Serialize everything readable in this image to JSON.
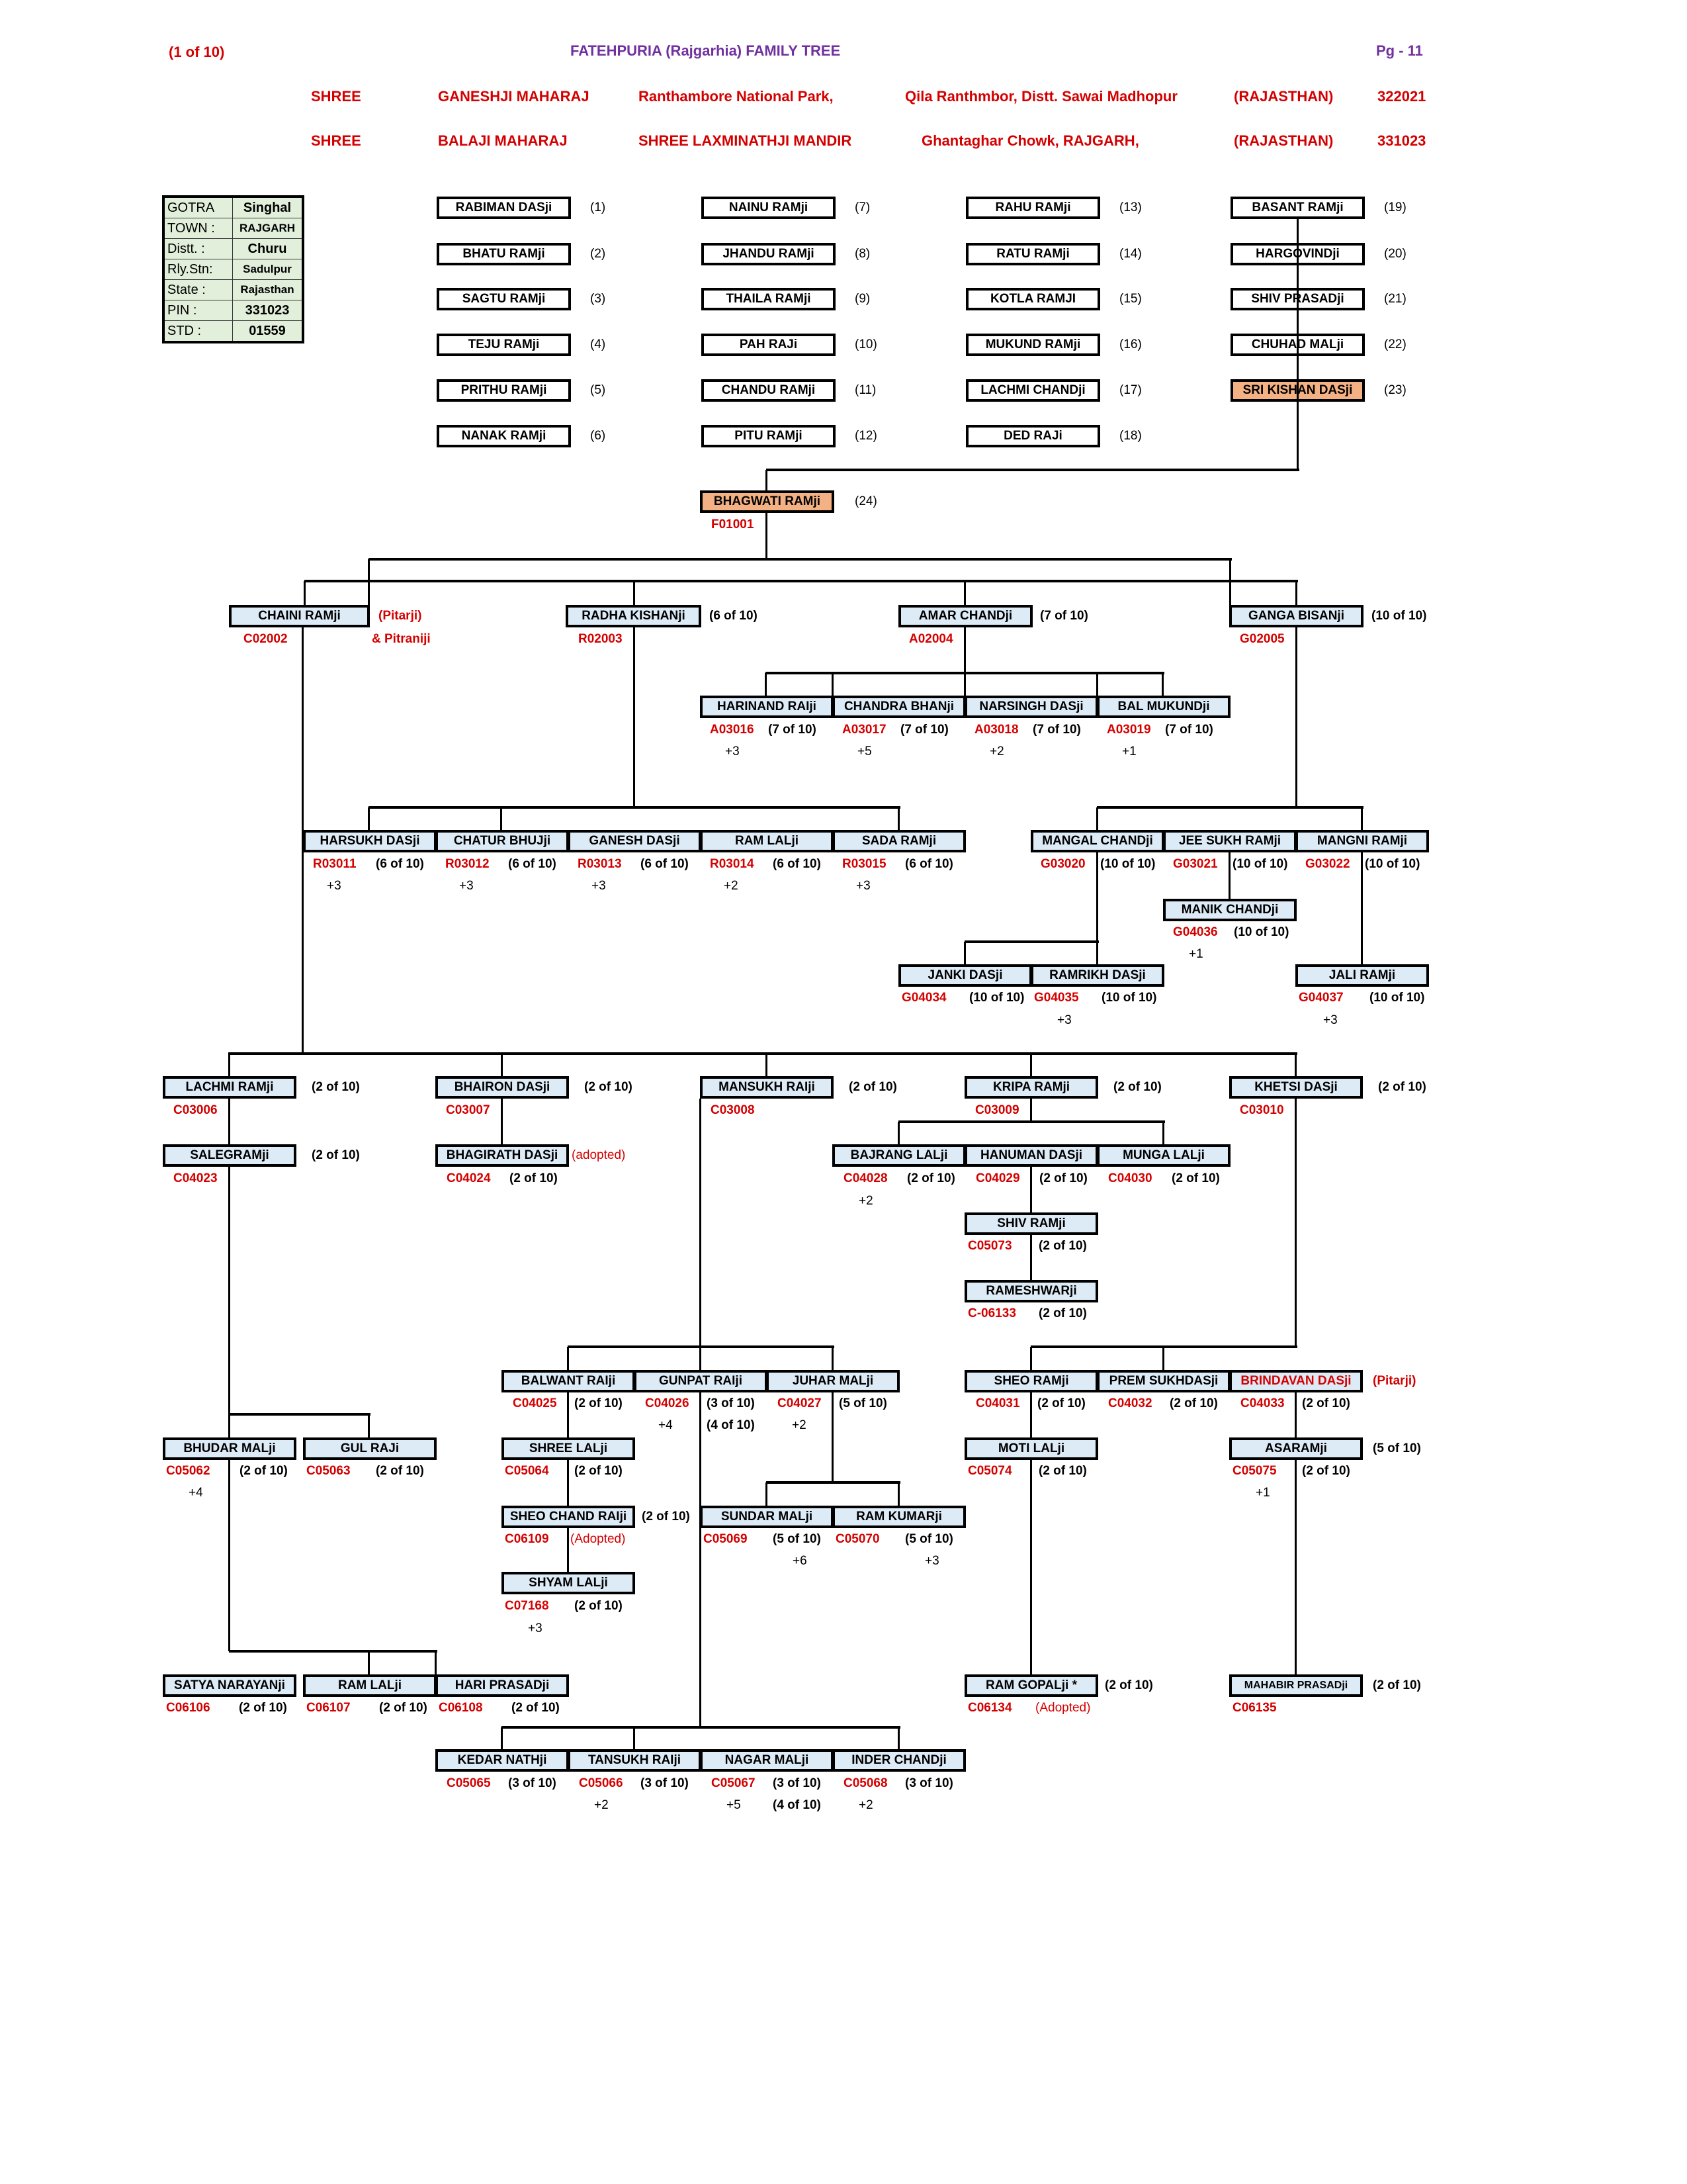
{
  "header": {
    "page_of": "(1 of 10)",
    "title": "FATEHPURIA (Rajgarhia) FAMILY  TREE",
    "page_no": "Pg - 11",
    "row1": [
      "SHREE",
      "GANESHJI   MAHARAJ",
      "Ranthambore National Park,",
      "Qila Ranthmbor, Distt. Sawai Madhopur",
      "(RAJASTHAN)",
      "322021"
    ],
    "row2": [
      "SHREE",
      "BALAJI MAHARAJ",
      "SHREE LAXMINATHJI MANDIR",
      "Ghantaghar Chowk, RAJGARH,",
      "(RAJASTHAN)",
      "331023"
    ]
  },
  "info_table": [
    {
      "label": "GOTRA",
      "value": "Singhal"
    },
    {
      "label": "TOWN :",
      "value": "RAJGARH"
    },
    {
      "label": "Distt. :",
      "value": "Churu"
    },
    {
      "label": "Rly.Stn:",
      "value": "Sadulpur"
    },
    {
      "label": "State :",
      "value": "Rajasthan"
    },
    {
      "label": "PIN :",
      "value": "331023"
    },
    {
      "label": "STD :",
      "value": "01559"
    }
  ],
  "ancestors": [
    {
      "name": "RABIMAN DASji",
      "num": "(1)"
    },
    {
      "name": "BHATU RAMji",
      "num": "(2)"
    },
    {
      "name": "SAGTU RAMji",
      "num": "(3)"
    },
    {
      "name": "TEJU RAMji",
      "num": "(4)"
    },
    {
      "name": "PRITHU RAMji",
      "num": "(5)"
    },
    {
      "name": "NANAK RAMji",
      "num": "(6)"
    },
    {
      "name": "NAINU RAMji",
      "num": "(7)"
    },
    {
      "name": "JHANDU RAMji",
      "num": "(8)"
    },
    {
      "name": "THAILA RAMji",
      "num": "(9)"
    },
    {
      "name": "PAH RAJi",
      "num": "(10)"
    },
    {
      "name": "CHANDU RAMji",
      "num": "(11)"
    },
    {
      "name": "PITU RAMji",
      "num": "(12)"
    },
    {
      "name": "RAHU RAMji",
      "num": "(13)"
    },
    {
      "name": "RATU RAMji",
      "num": "(14)"
    },
    {
      "name": "KOTLA RAMJI",
      "num": "(15)"
    },
    {
      "name": "MUKUND RAMji",
      "num": "(16)"
    },
    {
      "name": "LACHMI CHANDji",
      "num": "(17)"
    },
    {
      "name": "DED RAJi",
      "num": "(18)"
    },
    {
      "name": "BASANT RAMji",
      "num": "(19)"
    },
    {
      "name": "HARGOVINDji",
      "num": "(20)"
    },
    {
      "name": "SHIV PRASADji",
      "num": "(21)"
    },
    {
      "name": "CHUHAD MALji",
      "num": "(22)"
    },
    {
      "name": "SRI KISHAN DASji",
      "num": "(23)"
    }
  ],
  "root": {
    "name": "BHAGWATI RAMji",
    "num": "(24)",
    "code": "F01001"
  },
  "gen2": [
    {
      "name": "CHAINI RAMji",
      "code": "C02002",
      "ref": "(Pitarji)",
      "note": "& Pitraniji"
    },
    {
      "name": "RADHA KISHANji",
      "code": "R02003",
      "ref": "(6 of 10)"
    },
    {
      "name": "AMAR CHANDji",
      "code": "A02004",
      "ref": "(7 of 10)"
    },
    {
      "name": "GANGA BISANji",
      "code": "G02005",
      "ref": "(10 of 10)"
    }
  ],
  "amar_children": [
    {
      "name": "HARINAND RAIji",
      "code": "A03016",
      "ref": "(7 of 10)",
      "plus": "+3"
    },
    {
      "name": "CHANDRA BHANji",
      "code": "A03017",
      "ref": "(7 of 10)",
      "plus": "+5"
    },
    {
      "name": "NARSINGH DASji",
      "code": "A03018",
      "ref": "(7 of 10)",
      "plus": "+2"
    },
    {
      "name": "BAL MUKUNDji",
      "code": "A03019",
      "ref": "(7 of 10)",
      "plus": "+1"
    }
  ],
  "radha_children": [
    {
      "name": "HARSUKH DASji",
      "code": "R03011",
      "ref": "(6 of 10)",
      "plus": "+3"
    },
    {
      "name": "CHATUR BHUJji",
      "code": "R03012",
      "ref": "(6 of 10)",
      "plus": "+3"
    },
    {
      "name": "GANESH DASji",
      "code": "R03013",
      "ref": "(6 of 10)",
      "plus": "+3"
    },
    {
      "name": "RAM LALji",
      "code": "R03014",
      "ref": "(6 of 10)",
      "plus": "+2"
    },
    {
      "name": "SADA RAMji",
      "code": "R03015",
      "ref": "(6 of 10)",
      "plus": "+3"
    }
  ],
  "ganga_children": [
    {
      "name": "MANGAL CHANDji",
      "code": "G03020",
      "ref": "(10 of 10)"
    },
    {
      "name": "JEE SUKH RAMji",
      "code": "G03021",
      "ref": "(10 of 10)"
    },
    {
      "name": "MANGNI RAMji",
      "code": "G03022",
      "ref": "(10 of 10)"
    }
  ],
  "manik": {
    "name": "MANIK CHANDji",
    "code": "G04036",
    "ref": "(10 of 10)",
    "plus": "+1"
  },
  "mangal_children": [
    {
      "name": "JANKI DASji",
      "code": "G04034",
      "ref": "(10 of 10)"
    },
    {
      "name": "RAMRIKH DASji",
      "code": "G04035",
      "ref": "(10 of 10)",
      "plus": "+3"
    }
  ],
  "jali": {
    "name": "JALI RAMji",
    "code": "G04037",
    "ref": "(10 of 10)",
    "plus": "+3"
  },
  "chaini_children": [
    {
      "name": "LACHMI RAMji",
      "code": "C03006",
      "ref": "(2 of 10)"
    },
    {
      "name": "BHAIRON DASji",
      "code": "C03007",
      "ref": "(2 of 10)"
    },
    {
      "name": "MANSUKH RAIji",
      "code": "C03008",
      "ref": "(2 of 10)"
    },
    {
      "name": "KRIPA RAMji",
      "code": "C03009",
      "ref": "(2 of 10)"
    },
    {
      "name": "KHETSI DASji",
      "code": "C03010",
      "ref": "(2 of 10)"
    }
  ],
  "salegram": {
    "name": "SALEGRAMji",
    "code": "C04023",
    "ref": "(2 of 10)"
  },
  "bhagirath": {
    "name": "BHAGIRATH DASji",
    "code": "C04024",
    "ref": "(2 of 10)",
    "note": "(adopted)"
  },
  "kripa_children": [
    {
      "name": "BAJRANG LALji",
      "code": "C04028",
      "ref": "(2 of 10)",
      "plus": "+2"
    },
    {
      "name": "HANUMAN DASji",
      "code": "C04029",
      "ref": "(2 of 10)"
    },
    {
      "name": "MUNGA LALji",
      "code": "C04030",
      "ref": "(2 of 10)"
    }
  ],
  "shivram": {
    "name": "SHIV RAMji",
    "code": "C05073",
    "ref": "(2 of 10)"
  },
  "rameshwar": {
    "name": "RAMESHWARji",
    "code": "C-06133",
    "ref": "(2 of 10)"
  },
  "mansukh_children": [
    {
      "name": "BALWANT RAIji",
      "code": "C04025",
      "ref": "(2 of 10)"
    },
    {
      "name": "GUNPAT RAIji",
      "code": "C04026",
      "ref": "(3 of 10)",
      "ref2": "(4 of 10)",
      "plus": "+4"
    },
    {
      "name": "JUHAR MALji",
      "code": "C04027",
      "ref": "(5 of 10)",
      "plus": "+2"
    }
  ],
  "khetsi_children": [
    {
      "name": "SHEO RAMji",
      "code": "C04031",
      "ref": "(2 of 10)"
    },
    {
      "name": "PREM SUKHDASji",
      "code": "C04032",
      "ref": "(2 of 10)"
    },
    {
      "name": "BRINDAVAN DASji",
      "code": "C04033",
      "ref": "(2 of 10)",
      "note": "(Pitarji)"
    }
  ],
  "salegram_children": [
    {
      "name": "BHUDAR MALji",
      "code": "C05062",
      "ref": "(2 of 10)",
      "plus": "+4"
    },
    {
      "name": "GUL RAJi",
      "code": "C05063",
      "ref": "(2 of 10)"
    }
  ],
  "shreelal": {
    "name": "SHREE LALji",
    "code": "C05064",
    "ref": "(2 of 10)"
  },
  "sheochand": {
    "name": "SHEO CHAND RAIji",
    "code": "C06109",
    "ref": "(2 of 10)",
    "note": "(Adopted)"
  },
  "shyamlal": {
    "name": "SHYAM LALji",
    "code": "C07168",
    "ref": "(2 of 10)",
    "plus": "+3"
  },
  "juhar_children": [
    {
      "name": "SUNDAR MALji",
      "code": "C05069",
      "ref": "(5 of 10)",
      "plus": "+6"
    },
    {
      "name": "RAM KUMARji",
      "code": "C05070",
      "ref": "(5 of 10)",
      "plus": "+3"
    }
  ],
  "motilal": {
    "name": "MOTI LALji",
    "code": "C05074",
    "ref": "(2 of 10)"
  },
  "asaram": {
    "name": "ASARAMji",
    "code": "C05075",
    "ref": "(2 of 10)",
    "ref_side": "(5 of 10)",
    "plus": "+1"
  },
  "bhudar_children": [
    {
      "name": "SATYA NARAYANji",
      "code": "C06106",
      "ref": "(2 of 10)"
    },
    {
      "name": "RAM LALji",
      "code": "C06107",
      "ref": "(2 of 10)"
    },
    {
      "name": "HARI PRASADji",
      "code": "C06108",
      "ref": "(2 of 10)"
    }
  ],
  "ramgopal": {
    "name": "RAM GOPALji *",
    "code": "C06134",
    "ref": "(2 of 10)",
    "note": "(Adopted)"
  },
  "mahabir": {
    "name": "MAHABIR PRASADji",
    "code": "C06135",
    "ref": "(2 of 10)"
  },
  "gunpat_children": [
    {
      "name": "KEDAR NATHji",
      "code": "C05065",
      "ref": "(3 of 10)"
    },
    {
      "name": "TANSUKH RAIji",
      "code": "C05066",
      "ref": "(3 of 10)",
      "plus": "+2"
    },
    {
      "name": "NAGAR MALji",
      "code": "C05067",
      "ref": "(3 of 10)",
      "ref2": "(4 of 10)",
      "plus": "+5"
    },
    {
      "name": "INDER CHANDji",
      "code": "C05068",
      "ref": "(3 of 10)",
      "plus": "+2"
    }
  ],
  "colors": {
    "box_fill": "#ddebf7",
    "highlight": "#f4b183",
    "code_red": "#d40000",
    "title_purple": "#7030a0",
    "info_fill": "#e2efda"
  }
}
